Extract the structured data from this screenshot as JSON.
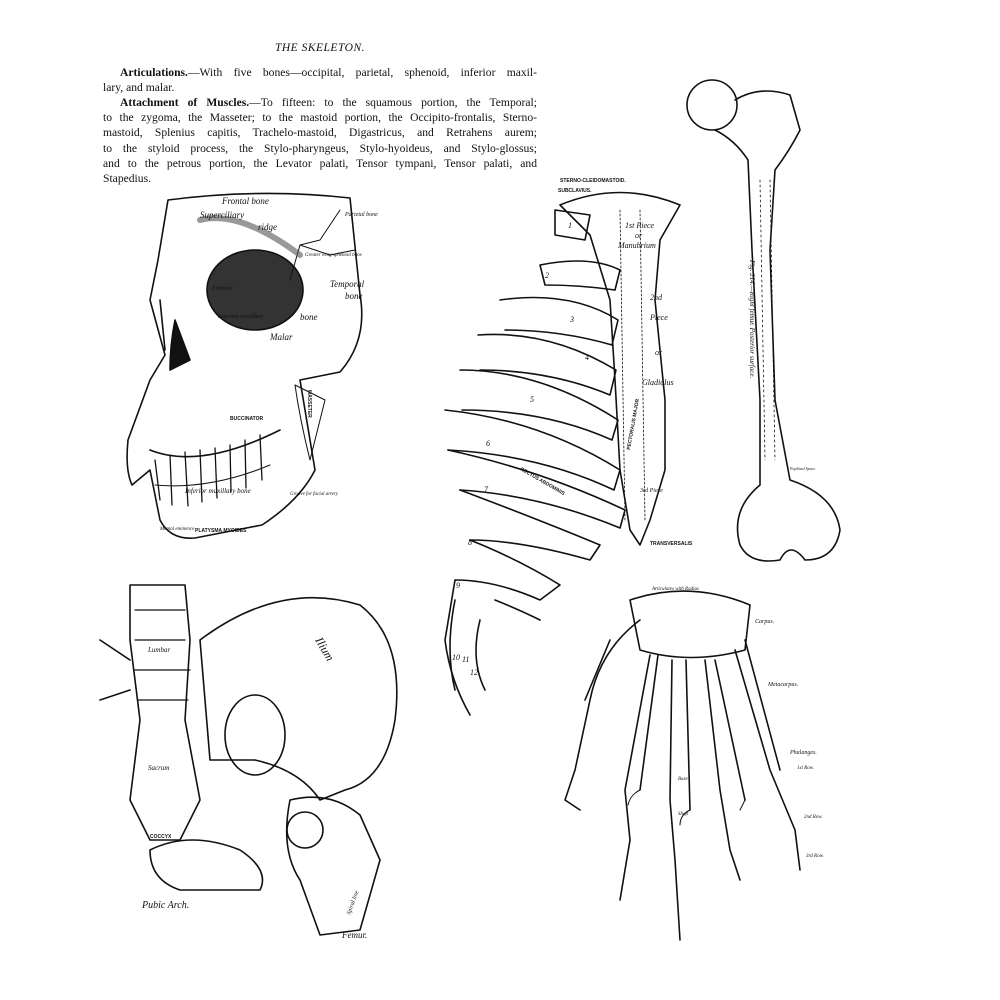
{
  "page": {
    "title": "THE SKELETON.",
    "lines": [
      {
        "lead": "Articulations.",
        "text": "—With five bones—occipital, parietal, sphenoid, inferior maxil-",
        "indent": true
      },
      {
        "lead": "",
        "text": "lary, and malar.",
        "last": true
      },
      {
        "lead": "Attachment of Muscles.",
        "text": "—To fifteen: to the squamous portion, the Temporal;",
        "indent": true
      },
      {
        "lead": "",
        "text": "to the zygoma, the Masseter; to the mastoid portion, the Occipito-frontalis, Sterno-"
      },
      {
        "lead": "",
        "text": "mastoid, Splenius capitis, Trachelo-mastoid, Digastricus, and Retrahens aurem;"
      },
      {
        "lead": "",
        "text": "to the styloid process, the Stylo-pharyngeus, Stylo-hyoideus, and Stylo-glossus;"
      },
      {
        "lead": "",
        "text": "and to the petrous portion, the Levator palati, Tensor tympani, Tensor palati, and"
      },
      {
        "lead": "",
        "text": "Stapedius.",
        "last": true
      }
    ]
  },
  "skull": {
    "labels": {
      "frontal": "Frontal bone",
      "superciliary": "Superciliary",
      "ridge": "ridge",
      "parietal": "Parietal bone",
      "sphenoid": "Greater wing sphenoid bone",
      "temporal": "Temporal",
      "temporal2": "bone",
      "ethmoid": "Ethmoid",
      "malar": "Malar",
      "malar2": "bone",
      "sup_max": "Superior maxillary",
      "masseter": "MASSETER",
      "buccinator": "BUCCINATOR",
      "inf_max": "Inferior maxillary bone",
      "groove": "Groove for facial artery",
      "mental": "Mental eminence",
      "platysma": "PLATYSMA MYOIDES"
    }
  },
  "thorax": {
    "labels": {
      "sterno": "STERNO-CLEIDOMASTOID.",
      "subclavius": "SUBCLAVIUS.",
      "manubrium1": "1st Piece",
      "manubrium2": "or",
      "manubrium3": "Manubrium",
      "gladiolus1": "2nd",
      "gladiolus2": "Piece",
      "gladiolus3": "or",
      "gladiolus4": "Gladiolus",
      "third": "3rd Piece",
      "pectoralis": "PECTORALIS MAJOR",
      "rectus": "RECTUS ABDOMINIS",
      "transversalis": "TRANSVERSALIS"
    },
    "ribs": [
      "1",
      "2",
      "3",
      "4",
      "5",
      "6",
      "7",
      "8",
      "9",
      "10",
      "11",
      "12"
    ]
  },
  "femur": {
    "caption": "Fig. 214.—Right femur. Posterior surface.",
    "popliteal": "Popliteal Space"
  },
  "pelvis": {
    "ilium": "Ilium",
    "lumbar": "Lumbar",
    "sacrum": "Sacrum",
    "coccyx": "COCCYX",
    "pubic_arch": "Pubic Arch.",
    "femur": "Femur.",
    "spiral": "Spiral line"
  },
  "hand": {
    "carpus": "Carpus.",
    "metacarpus": "Metacarpus.",
    "phalanges": "Phalanges.",
    "row1": "1st Row.",
    "row2": "2nd Row.",
    "row3": "3rd Row.",
    "shaft": "Shaft",
    "base": "Base",
    "articulates": "Articulates with Radius"
  }
}
